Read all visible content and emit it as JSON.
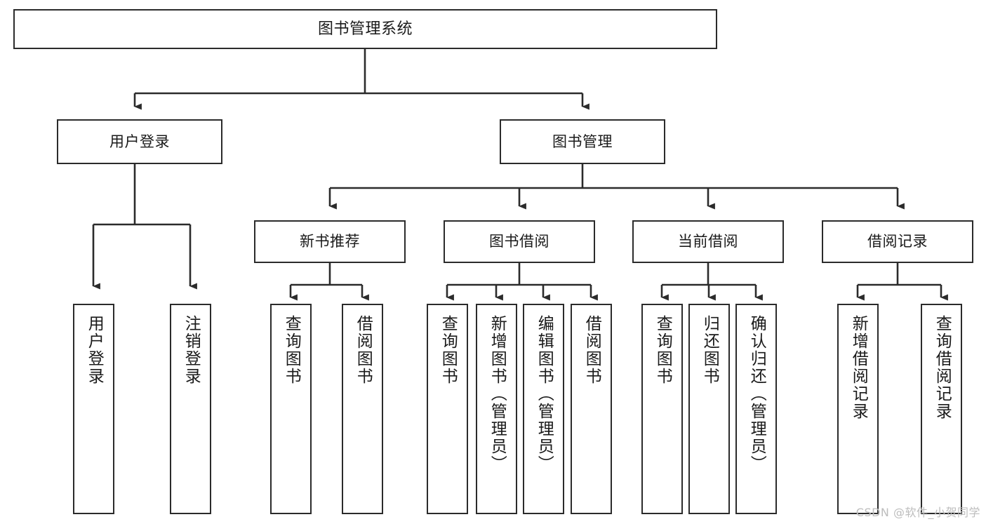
{
  "diagram": {
    "type": "tree-hierarchy",
    "title": "图书管理系统",
    "orientation": "top-down",
    "colors": {
      "box_border": "#2b2b2b",
      "box_fill": "#ffffff",
      "connector": "#2b2b2b",
      "text": "#1a1a1a",
      "watermark": "#bdbdbd",
      "background": "#ffffff"
    }
  },
  "nodes": {
    "root": {
      "label": "图书管理系统"
    },
    "level2": [
      {
        "id": "user-login",
        "label": "用户登录"
      },
      {
        "id": "book-management",
        "label": "图书管理"
      }
    ],
    "level3": [
      {
        "id": "new-book-recommend",
        "label": "新书推荐"
      },
      {
        "id": "book-borrow",
        "label": "图书借阅"
      },
      {
        "id": "current-borrow",
        "label": "当前借阅"
      },
      {
        "id": "borrow-record",
        "label": "借阅记录"
      }
    ],
    "leaves": [
      {
        "id": "leaf-user-login",
        "parent": "user-login",
        "label": "用户登录"
      },
      {
        "id": "leaf-logout-login",
        "parent": "user-login",
        "label": "注销登录"
      },
      {
        "id": "leaf-query-book-1",
        "parent": "new-book-recommend",
        "label": "查询图书"
      },
      {
        "id": "leaf-borrow-book-1",
        "parent": "new-book-recommend",
        "label": "借阅图书"
      },
      {
        "id": "leaf-query-book-2",
        "parent": "book-borrow",
        "label": "查询图书"
      },
      {
        "id": "leaf-add-book",
        "parent": "book-borrow",
        "label": "新增图书（管理员）"
      },
      {
        "id": "leaf-edit-book",
        "parent": "book-borrow",
        "label": "编辑图书（管理员）"
      },
      {
        "id": "leaf-borrow-book-2",
        "parent": "book-borrow",
        "label": "借阅图书"
      },
      {
        "id": "leaf-query-book-3",
        "parent": "current-borrow",
        "label": "查询图书"
      },
      {
        "id": "leaf-return-book",
        "parent": "current-borrow",
        "label": "归还图书"
      },
      {
        "id": "leaf-confirm-return",
        "parent": "current-borrow",
        "label": "确认归还（管理员）"
      },
      {
        "id": "leaf-add-record",
        "parent": "borrow-record",
        "label": "新增借阅记录"
      },
      {
        "id": "leaf-query-record",
        "parent": "borrow-record",
        "label": "查询借阅记录"
      }
    ]
  },
  "watermark": {
    "text": "CSDN @软件_小贺同学"
  }
}
